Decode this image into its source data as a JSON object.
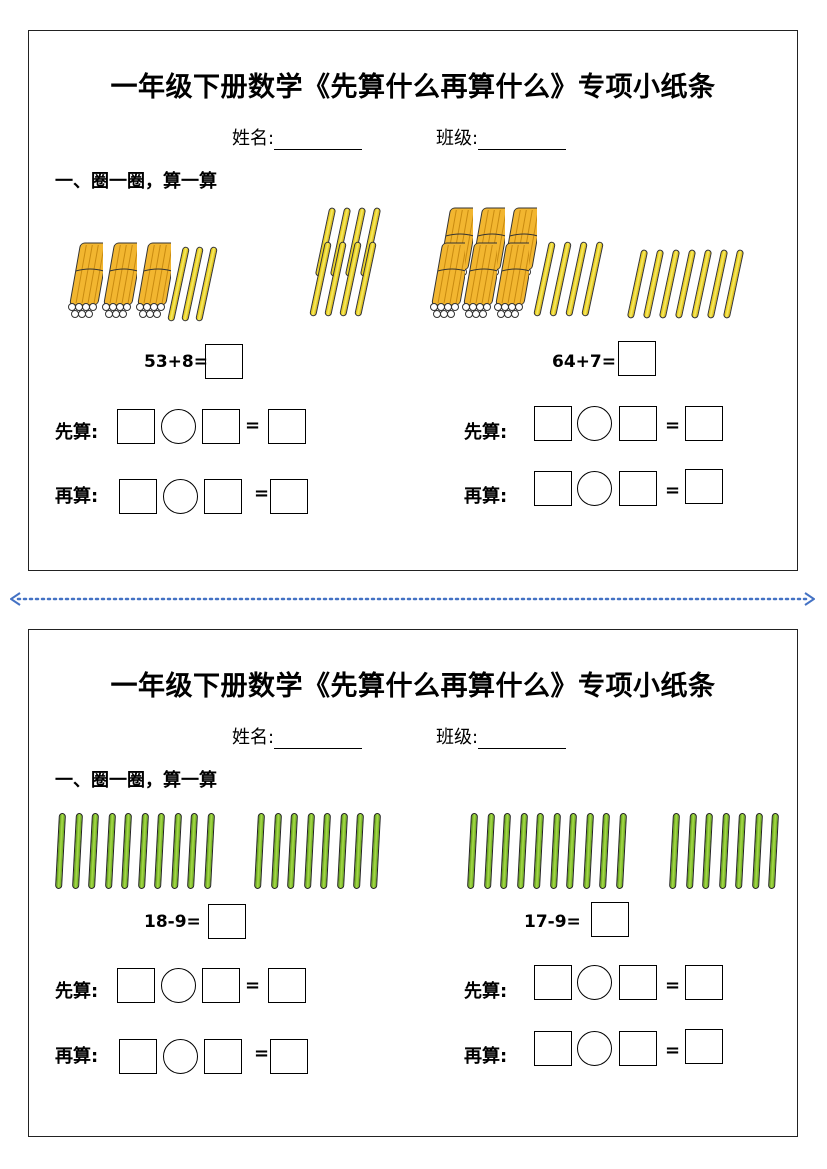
{
  "sections": [
    {
      "title": "一年级下册数学《先算什么再算什么》专项小纸条",
      "name_label": "姓名:",
      "class_label": "班级:",
      "heading": "一、圈一圈，算一算",
      "problems": [
        {
          "expr": "53+8=",
          "bundles": 3,
          "sticks": 3,
          "stick_color": "yellow"
        },
        {
          "expr": "64+7=",
          "bundles": 6,
          "sticks": 4,
          "stick_color": "yellow"
        }
      ],
      "extra_sticks": [
        8,
        7
      ],
      "first_label": "先算:",
      "then_label": "再算:",
      "equals": "="
    },
    {
      "title": "一年级下册数学《先算什么再算什么》专项小纸条",
      "name_label": "姓名:",
      "class_label": "班级:",
      "heading": "一、圈一圈，算一算",
      "problems": [
        {
          "expr": "18-9=",
          "groups": [
            10,
            8
          ],
          "stick_color": "green"
        },
        {
          "expr": "17-9=",
          "groups": [
            10,
            7
          ],
          "stick_color": "green"
        }
      ],
      "first_label": "先算:",
      "then_label": "再算:",
      "equals": "="
    }
  ],
  "colors": {
    "divider": "#4472c4",
    "yellow_stick": "#f0dc30",
    "green_stick": "#8cc63f"
  }
}
